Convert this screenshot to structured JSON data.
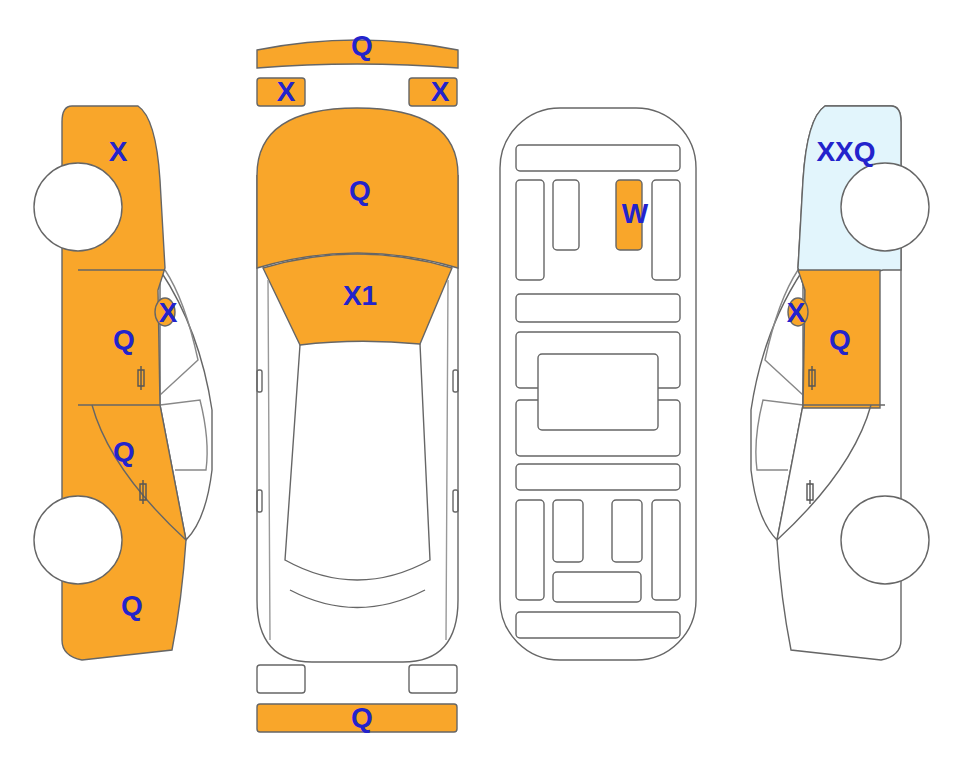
{
  "diagram": {
    "labels": [
      "Q",
      "X",
      "X",
      "X",
      "XXQ",
      "Q",
      "W",
      "X1",
      "X",
      "X",
      "Q",
      "Q",
      "Q",
      "Q",
      "Q"
    ]
  }
}
